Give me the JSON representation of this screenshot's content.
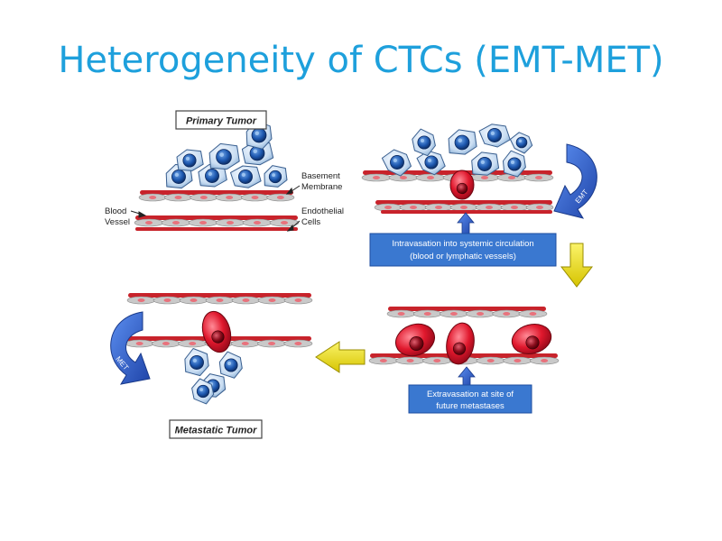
{
  "slide": {
    "title": "Heterogeneity of CTCs (EMT-MET)"
  },
  "panels": {
    "primary": {
      "title": "Primary Tumor",
      "labels": {
        "basement": [
          "Basement",
          "Membrane"
        ],
        "endothelial": [
          "Endothelial",
          "Cells"
        ],
        "blood": [
          "Blood",
          "Vessel"
        ]
      }
    },
    "intravasation": {
      "caption": [
        "Intravasation into systemic circulation",
        "(blood or lymphatic vessels)"
      ],
      "arrow_label": "EMT"
    },
    "extravasation": {
      "caption": [
        "Extravasation at site of",
        "future metastases"
      ]
    },
    "metastatic": {
      "title": "Metastatic Tumor",
      "arrow_label": "MET"
    }
  },
  "colors": {
    "title": "#1ea0dc",
    "vessel_red": "#c8232b",
    "epithelial_cell": "#cfe3f5",
    "nucleus": "#1e5aa8",
    "mesenchymal_cell": "#e0182d",
    "caption_box": "#3a78d0",
    "curved_arrow": "#2f62c8",
    "flow_arrow": "#f0e200"
  }
}
